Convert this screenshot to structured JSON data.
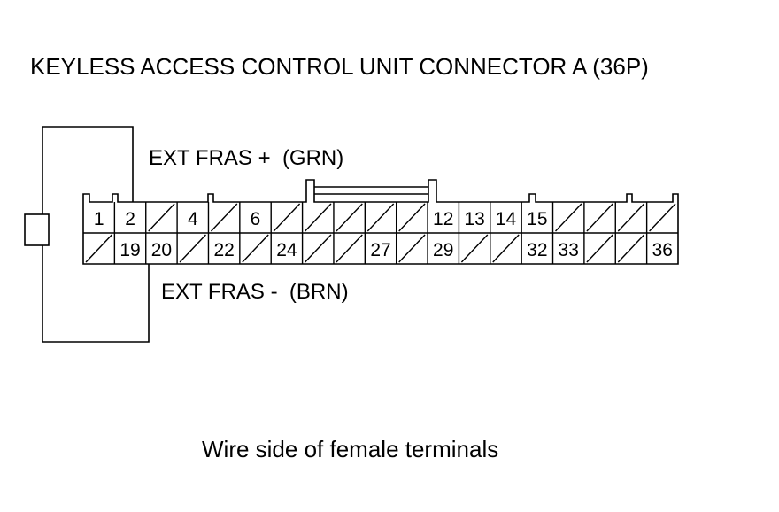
{
  "title": "KEYLESS ACCESS CONTROL UNIT CONNECTOR A (36P)",
  "wire_top_label": "EXT FRAS +  (GRN)",
  "wire_bottom_label": "EXT FRAS -  (BRN)",
  "caption": "Wire side of female terminals",
  "connector": {
    "top_row": [
      "1",
      "2",
      "",
      "4",
      "",
      "6",
      "",
      "",
      "",
      "",
      "",
      "12",
      "13",
      "14",
      "15",
      "",
      "",
      "",
      ""
    ],
    "bottom_row": [
      "",
      "19",
      "20",
      "",
      "22",
      "",
      "24",
      "",
      "",
      "27",
      "",
      "29",
      "",
      "",
      "32",
      "33",
      "",
      "",
      "36"
    ]
  },
  "colors": {
    "line": "#000000",
    "background": "#ffffff"
  }
}
